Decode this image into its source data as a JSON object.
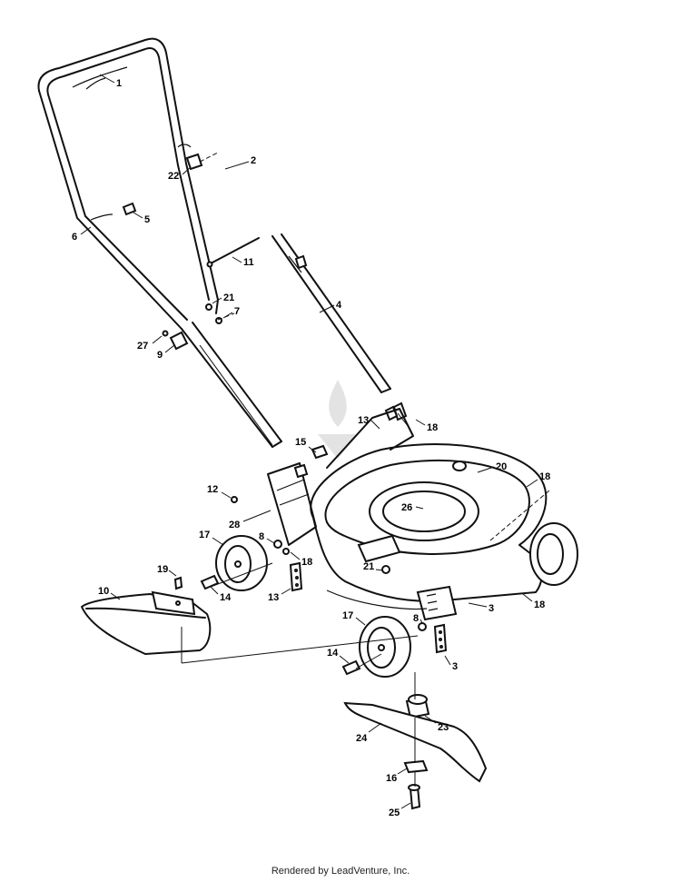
{
  "footer": {
    "credit": "Rendered by LeadVenture, Inc."
  },
  "callouts": [
    {
      "id": "c1",
      "text": "1"
    },
    {
      "id": "c2",
      "text": "2"
    },
    {
      "id": "c22",
      "text": "22"
    },
    {
      "id": "c5",
      "text": "5"
    },
    {
      "id": "c6",
      "text": "6"
    },
    {
      "id": "c11",
      "text": "11"
    },
    {
      "id": "c21a",
      "text": "21"
    },
    {
      "id": "c7",
      "text": "7"
    },
    {
      "id": "c4",
      "text": "4"
    },
    {
      "id": "c27",
      "text": "27"
    },
    {
      "id": "c9",
      "text": "9"
    },
    {
      "id": "c13a",
      "text": "13"
    },
    {
      "id": "c18a",
      "text": "18"
    },
    {
      "id": "c15",
      "text": "15"
    },
    {
      "id": "c20",
      "text": "20"
    },
    {
      "id": "c18b",
      "text": "18"
    },
    {
      "id": "c12",
      "text": "12"
    },
    {
      "id": "c26",
      "text": "26"
    },
    {
      "id": "c28",
      "text": "28"
    },
    {
      "id": "c17a",
      "text": "17"
    },
    {
      "id": "c8a",
      "text": "8"
    },
    {
      "id": "c18c",
      "text": "18"
    },
    {
      "id": "c21b",
      "text": "21"
    },
    {
      "id": "c19",
      "text": "19"
    },
    {
      "id": "c10",
      "text": "10"
    },
    {
      "id": "c14a",
      "text": "14"
    },
    {
      "id": "c13b",
      "text": "13"
    },
    {
      "id": "c3a",
      "text": "3"
    },
    {
      "id": "c18d",
      "text": "18"
    },
    {
      "id": "c17b",
      "text": "17"
    },
    {
      "id": "c8b",
      "text": "8"
    },
    {
      "id": "c14b",
      "text": "14"
    },
    {
      "id": "c3b",
      "text": "3"
    },
    {
      "id": "c23",
      "text": "23"
    },
    {
      "id": "c24",
      "text": "24"
    },
    {
      "id": "c16",
      "text": "16"
    },
    {
      "id": "c25",
      "text": "25"
    }
  ]
}
